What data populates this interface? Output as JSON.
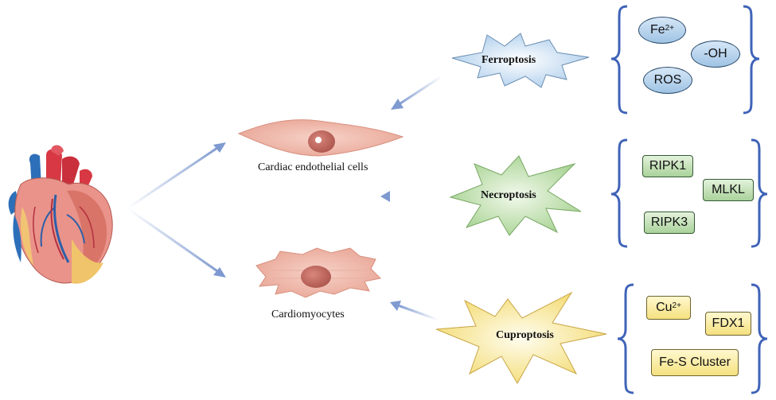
{
  "cells": {
    "endothelial": "Cardiac endothelial cells",
    "cardiomyocytes": "Cardiomyocytes"
  },
  "pathways": {
    "ferroptosis": "Ferroptosis",
    "necroptosis": "Necroptosis",
    "cuproptosis": "Cuproptosis"
  },
  "ferroptosis_factors": {
    "fe": "Fe",
    "fe_charge": "2+",
    "oh": "-OH",
    "ros": "ROS"
  },
  "necroptosis_factors": {
    "ripk1": "RIPK1",
    "mlkl": "MLKL",
    "ripk3": "RIPK3"
  },
  "cuproptosis_factors": {
    "cu": "Cu",
    "cu_charge": "2+",
    "fdx1": "FDX1",
    "fes": "Fe-S Cluster"
  },
  "colors": {
    "arrow": "#7e9ad0",
    "brace": "#3f63b8",
    "ferroptosis_fill": "#d4e6f7",
    "necroptosis_fill": "#b9dca8",
    "cuproptosis_fill": "#f7e58d"
  }
}
